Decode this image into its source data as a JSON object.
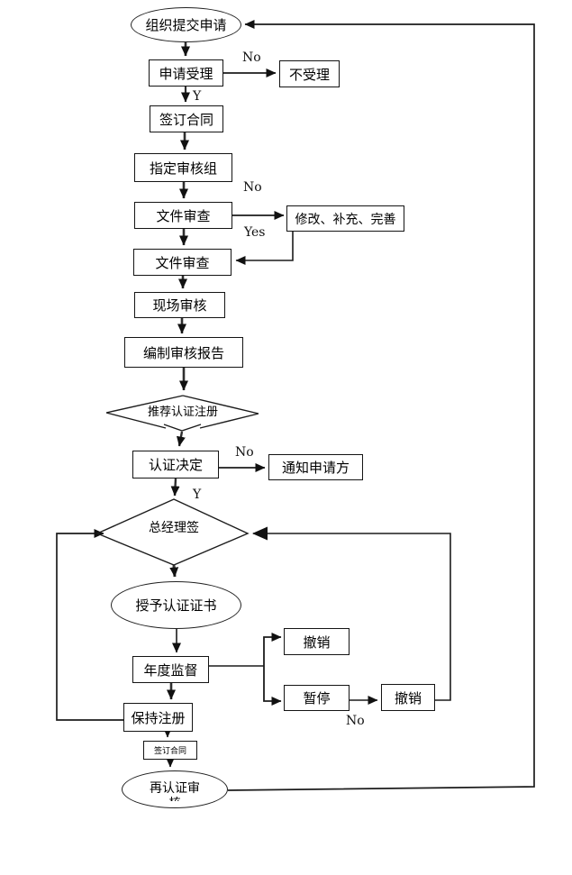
{
  "diagram": {
    "type": "flowchart",
    "language": "zh-CN",
    "colors": {
      "background": "#ffffff",
      "line": "#1c1c1c",
      "thick_line": "#2f2f2f",
      "arrowhead": "#111111",
      "box_border": "#141414",
      "text": "#000000"
    },
    "nodes": {
      "start": {
        "shape": "ellipse",
        "label": "组织提交申请"
      },
      "accept": {
        "shape": "rect",
        "label": "申请受理"
      },
      "reject": {
        "shape": "rect",
        "label": "不受理"
      },
      "sign_contract": {
        "shape": "rect",
        "label": "签订合同"
      },
      "assign_team": {
        "shape": "rect",
        "label": "指定审核组"
      },
      "doc_review_1": {
        "shape": "rect",
        "label": "文件审查"
      },
      "revise": {
        "shape": "rect",
        "label": "修改、补充、完善"
      },
      "doc_review_2": {
        "shape": "rect",
        "label": "文件审查"
      },
      "site_audit": {
        "shape": "rect",
        "label": "现场审核"
      },
      "audit_report": {
        "shape": "rect",
        "label": "编制审核报告"
      },
      "recommend": {
        "shape": "diamond",
        "label": "推荐认证注册"
      },
      "decision": {
        "shape": "rect",
        "label": "认证决定"
      },
      "notify": {
        "shape": "rect",
        "label": "通知申请方"
      },
      "gm_sign": {
        "shape": "diamond",
        "label": "总经理签"
      },
      "grant_cert": {
        "shape": "ellipse",
        "label": "授予认证证书"
      },
      "annual_supervision": {
        "shape": "rect",
        "label": "年度监督"
      },
      "revoke_1": {
        "shape": "rect",
        "label": "撤销"
      },
      "suspend": {
        "shape": "rect",
        "label": "暂停"
      },
      "revoke_2": {
        "shape": "rect",
        "label": "撤销"
      },
      "keep_registration": {
        "shape": "rect",
        "label": "保持注册"
      },
      "resign_contract": {
        "shape": "rect",
        "label": "签订合同"
      },
      "recert": {
        "shape": "ellipse",
        "label": "再认证审",
        "label_line2": "核"
      }
    },
    "edge_labels": {
      "accept_no": "No",
      "accept_yes": "Y",
      "doc_no": "No",
      "doc_yes": "Yes",
      "decision_no": "No",
      "decision_yes": "Y",
      "suspend_no": "No"
    }
  }
}
